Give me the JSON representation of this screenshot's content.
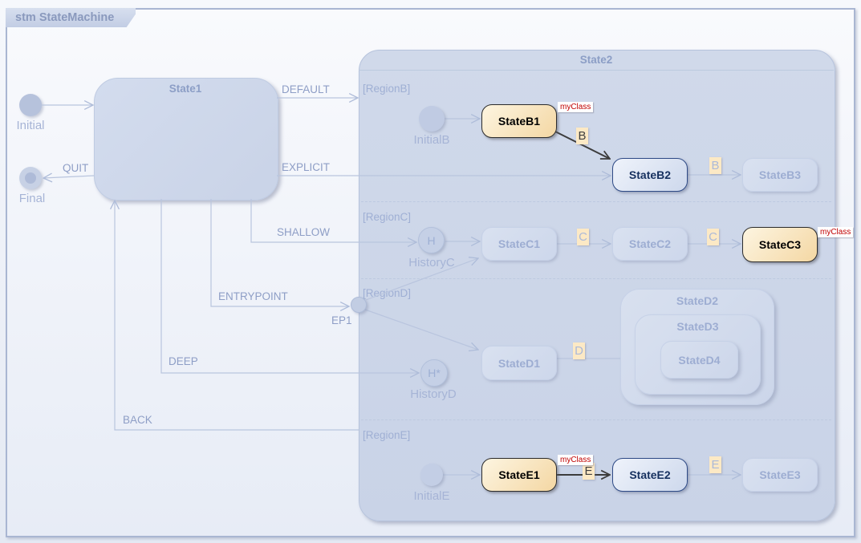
{
  "frame": {
    "title": "stm StateMachine"
  },
  "initial": {
    "label": "Initial"
  },
  "final": {
    "label": "Final"
  },
  "state1": {
    "title": "State1"
  },
  "entry_point": {
    "label": "EP1"
  },
  "transitions": {
    "quit": "QUIT",
    "default": "DEFAULT",
    "explicit": "EXPLICIT",
    "shallow": "SHALLOW",
    "entrypoint": "ENTRYPOINT",
    "deep": "DEEP",
    "back": "BACK"
  },
  "state2": {
    "title": "State2",
    "regions": [
      {
        "label": "[RegionB]",
        "initial": "InitialB",
        "states": {
          "b1": "StateB1",
          "b2": "StateB2",
          "b3": "StateB3"
        },
        "events": {
          "b1_to_b2": "B",
          "b2_to_b3": "B"
        },
        "stereotype": "myClass"
      },
      {
        "label": "[RegionC]",
        "history": "HistoryC",
        "history_symbol": "H",
        "states": {
          "c1": "StateC1",
          "c2": "StateC2",
          "c3": "StateC3"
        },
        "events": {
          "c1_to_c2": "C",
          "c2_to_c3": "C"
        },
        "stereotype": "myClass"
      },
      {
        "label": "[RegionD]",
        "history": "HistoryD",
        "history_symbol": "H*",
        "states": {
          "d1": "StateD1",
          "d2": "StateD2",
          "d3": "StateD3",
          "d4": "StateD4"
        },
        "events": {
          "d1_to_d4": "D"
        }
      },
      {
        "label": "[RegionE]",
        "initial": "InitialE",
        "states": {
          "e1": "StateE1",
          "e2": "StateE2",
          "e3": "StateE3"
        },
        "events": {
          "e1_to_e2": "E",
          "e2_to_e3": "E"
        },
        "stereotype": "myClass"
      }
    ]
  },
  "colors": {
    "highlight_state_fill": "#f4d7a3",
    "active_state_border": "#2e4a86",
    "stereotype_text": "#c00000",
    "event_label_bg": "#fce9c5",
    "wire": "#b9c5de",
    "bold_wire": "#3c3c3c"
  }
}
